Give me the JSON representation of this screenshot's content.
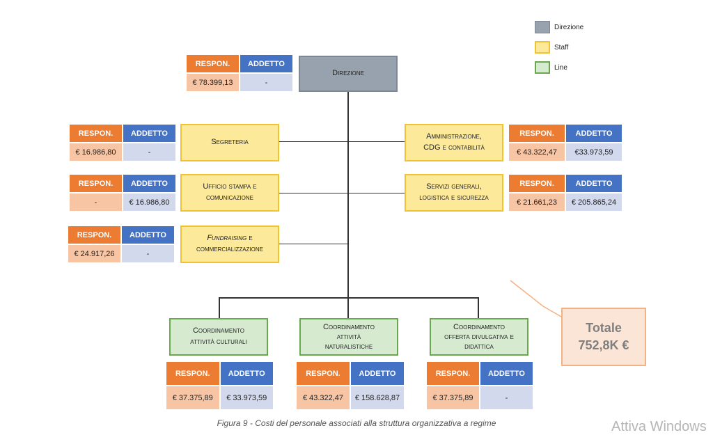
{
  "legend": [
    {
      "label": "Direzione",
      "color": "#98a2ae"
    },
    {
      "label": "Staff",
      "color": "#fde99a"
    },
    {
      "label": "Line",
      "color": "#d6ead0"
    }
  ],
  "headers": {
    "respon": "RESPON.",
    "addetto": "ADDETTO"
  },
  "nodes": {
    "direzione": {
      "label": "Direzione",
      "respon": "€ 78.399,13",
      "addetto": "-"
    },
    "segreteria": {
      "label": "Segreteria",
      "respon": "€ 16.986,80",
      "addetto": "-"
    },
    "ufficio_stampa": {
      "line1": "Ufficio stampa e",
      "line2": "comunicazione",
      "respon": "-",
      "addetto": "€ 16.986,80"
    },
    "fundraising": {
      "line1_em": "Fundraising",
      "line1_rest": " e",
      "line2": "commercializzazione",
      "respon": "€ 24.917,26",
      "addetto": "-"
    },
    "amministrazione": {
      "line1": "Amministrazione,",
      "line2": "CDG e contabilità",
      "respon": "€ 43.322,47",
      "addetto": "€33.973,59"
    },
    "servizi_generali": {
      "line1": "Servizi generali,",
      "line2": "logistica e sicurezza",
      "respon": "€ 21.661,23",
      "addetto": "€ 205.865,24"
    },
    "coord_culturali": {
      "line1": "Coordinamento",
      "line2": "attività culturali",
      "respon": "€ 37.375,89",
      "addetto": "€ 33.973,59"
    },
    "coord_naturalistiche": {
      "line1": "Coordinamento",
      "line2": "attività",
      "line3": "naturalistiche",
      "respon": "€ 43.322,47",
      "addetto": "€ 158.628,87"
    },
    "coord_divulgativa": {
      "line1": "Coordinamento",
      "line2": "offerta divulgativa e",
      "line3": "didattica",
      "respon": "€ 37.375,89",
      "addetto": "-"
    }
  },
  "total": {
    "label": "Totale",
    "value": "752,8K €"
  },
  "caption": "Figura 9 - Costi del personale associati alla struttura organizzativa a regime",
  "watermark": "Attiva Windows"
}
